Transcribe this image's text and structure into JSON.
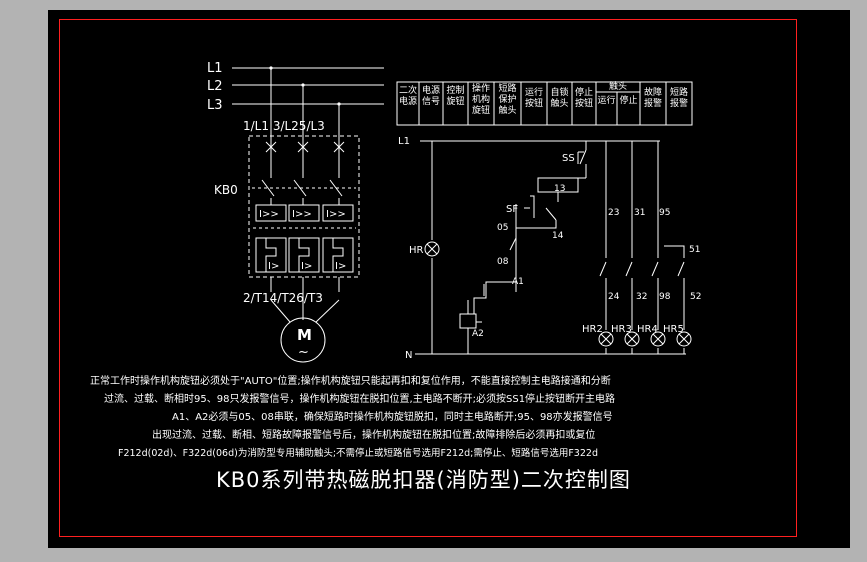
{
  "left_circuit": {
    "phase_l1": "L1",
    "phase_l2": "L2",
    "phase_l3": "L3",
    "input_terminals": "1/L1 3/L25/L3",
    "device": "KB0",
    "output_terminals": "2/T14/T26/T3",
    "motor_symbol": "M",
    "motor_sub": "~",
    "breaker_glyph": "I>>",
    "relay_glyph": "I>"
  },
  "table_headers": [
    "二次电源",
    "电源信号",
    "控制旋钮",
    "操作机构旋钮",
    "短路保护触头",
    "运行按钮",
    "自锁触头",
    "停止按钮",
    "运行",
    "停止",
    "故障报警",
    "短路报警"
  ],
  "table_group": "触头",
  "right_circuit": {
    "line": "L1",
    "neutral": "N",
    "lamp_hr": "HR",
    "stop_sw": "SS",
    "fault_sw": "SF",
    "t13": "13",
    "t14": "14",
    "t05": "05",
    "t08": "08",
    "a1": "A1",
    "a2": "A2",
    "t23": "23",
    "t31": "31",
    "t95": "95",
    "t51": "51",
    "t24": "24",
    "t32": "32",
    "t98": "98",
    "t52": "52",
    "hr2": "HR2",
    "hr3": "HR3",
    "hr4": "HR4",
    "hr5": "HR5"
  },
  "notes": [
    "正常工作时操作机构旋钮必须处于\"AUTO\"位置;操作机构旋钮只能起再扣和复位作用，不能直接控制主电路接通和分断",
    "过流、过载、断相时95、98只发报警信号，操作机构旋钮在脱扣位置,主电路不断开;必须按SS1停止按钮断开主电路",
    "A1、A2必须与05、08串联，确保短路时操作机构旋钮脱扣，同时主电路断开;95、98亦发报警信号",
    "出现过流、过载、断相、短路故障报警信号后，操作机构旋钮在脱扣位置;故障排除后必须再扣或复位",
    "F212d(02d)、F322d(06d)为消防型专用辅助触头;不需停止或短路信号选用F212d;需停止、短路信号选用F322d"
  ],
  "title": "KB0系列带热磁脱扣器(消防型)二次控制图"
}
